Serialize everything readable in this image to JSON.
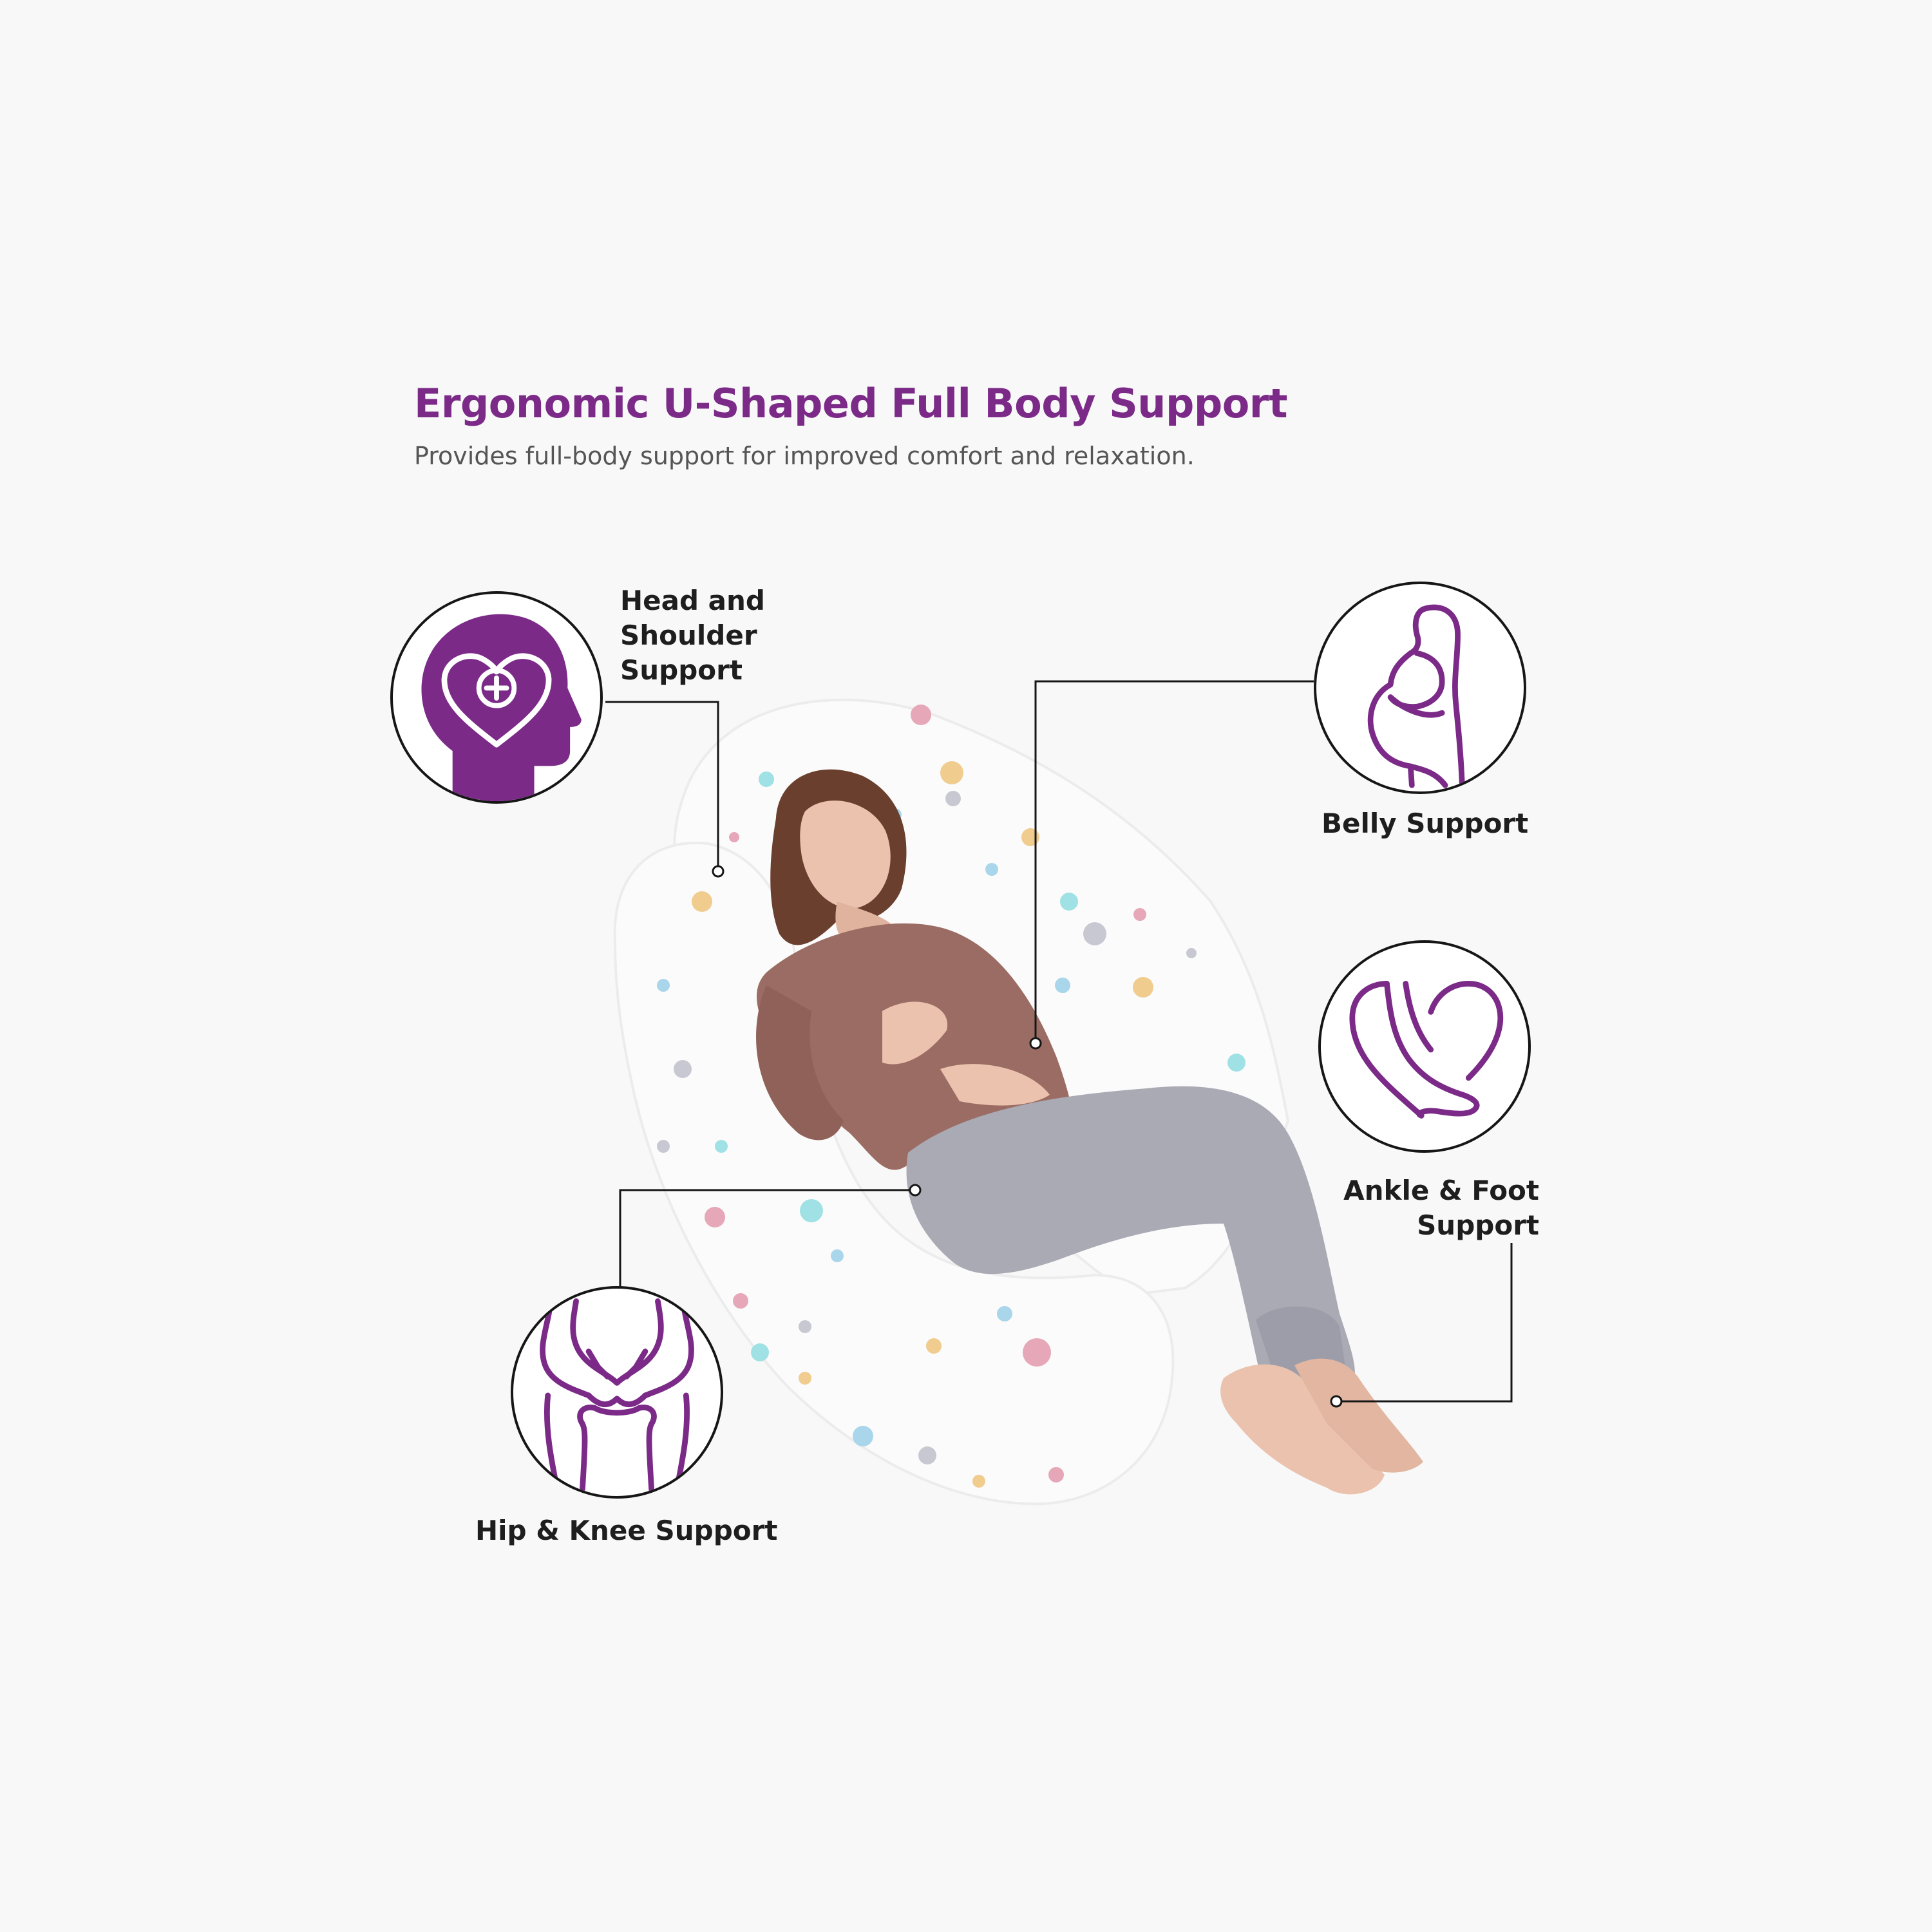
{
  "header": {
    "title": "Ergonomic U-Shaped Full Body Support",
    "subtitle": "Provides full-body support for improved comfort and relaxation."
  },
  "features": {
    "head": {
      "line1": "Head and",
      "line2": "Shoulder",
      "line3": "Support",
      "icon": "head-heart-icon"
    },
    "belly": {
      "label": "Belly Support",
      "icon": "pregnant-woman-icon"
    },
    "ankle": {
      "line1": "Ankle & Foot",
      "line2": "Support",
      "icon": "foot-heart-icon"
    },
    "hip": {
      "label": "Hip & Knee Support",
      "icon": "knee-joint-icon"
    }
  },
  "colors": {
    "accent": "#7b2a88",
    "line": "#161616",
    "background": "#f8f8f8",
    "pillow": "#fbfbfb",
    "shirt": "#9b6c63",
    "pants": "#a9aab4",
    "skin": "#eac2ae",
    "hair": "#6a3f2d"
  }
}
